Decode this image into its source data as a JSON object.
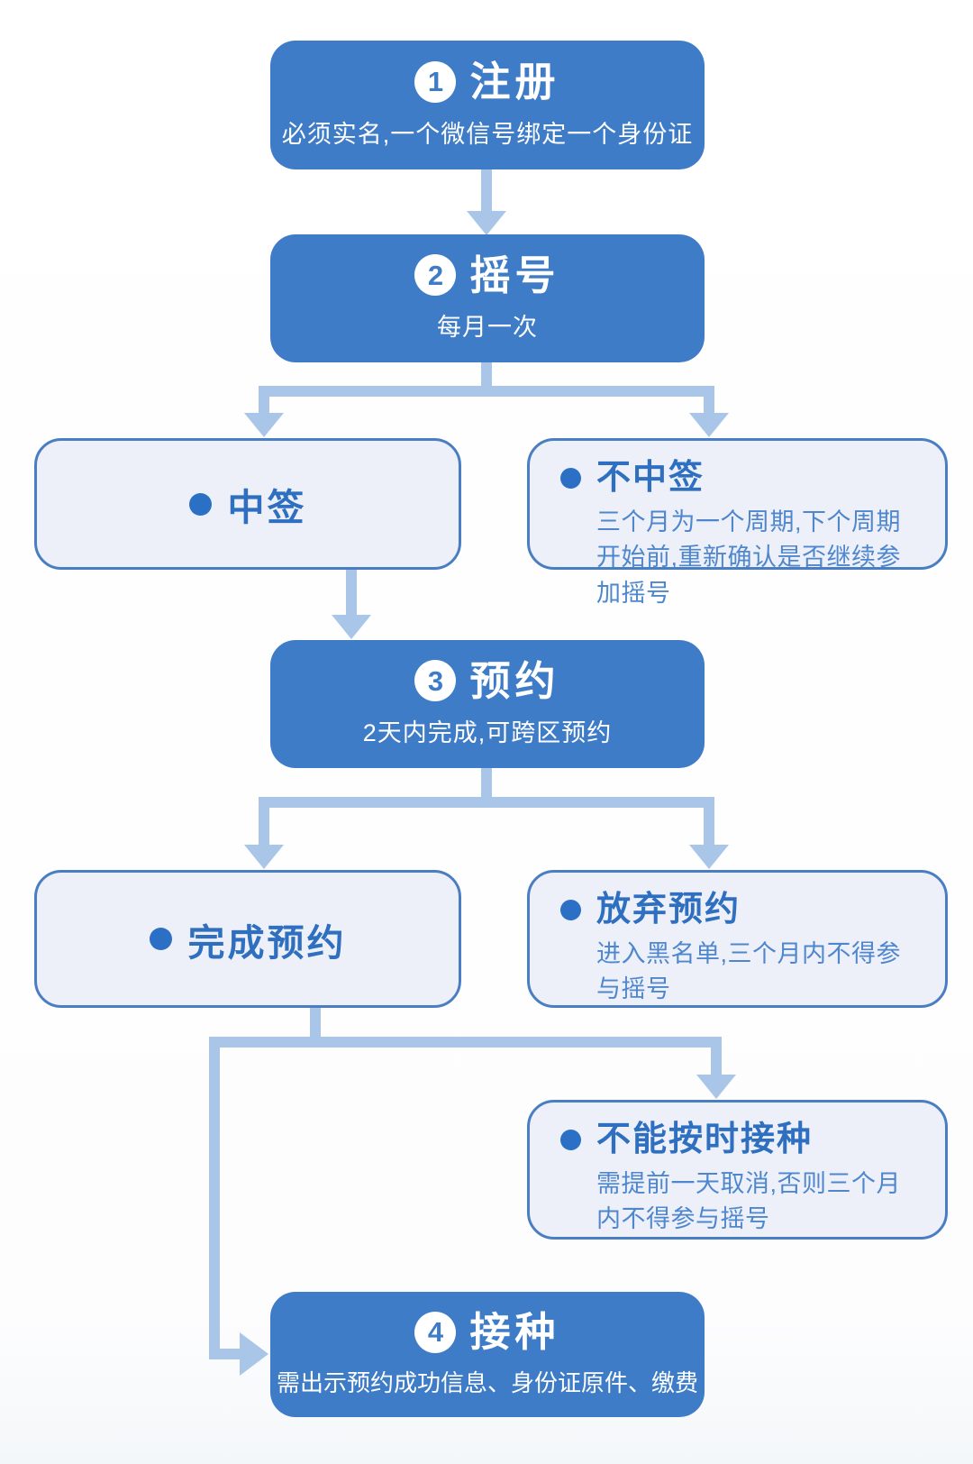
{
  "flow": {
    "step1": {
      "number": "1",
      "title": "注册",
      "subtitle": "必须实名,一个微信号绑定一个身份证"
    },
    "step2": {
      "number": "2",
      "title": "摇号",
      "subtitle": "每月一次"
    },
    "win": {
      "label": "中签"
    },
    "lose": {
      "title": "不中签",
      "desc": "三个月为一个周期,下个周期开始前,重新确认是否继续参加摇号"
    },
    "step3": {
      "number": "3",
      "title": "预约",
      "subtitle": "2天内完成,可跨区预约"
    },
    "complete": {
      "label": "完成预约"
    },
    "abandon": {
      "title": "放弃预约",
      "desc": "进入黑名单,三个月内不得参与摇号"
    },
    "miss": {
      "title": "不能按时接种",
      "desc": "需提前一天取消,否则三个月内不得参与摇号"
    },
    "step4": {
      "number": "4",
      "title": "接种",
      "subtitle": "需出示预约成功信息、身份证原件、缴费"
    }
  },
  "colors": {
    "step_node_fill": "#3e7cc7",
    "step_node_text": "#ffffff",
    "connector": "#a9c6e8",
    "outcome_fill": "#eef0f9",
    "outcome_border": "#4a7ec2",
    "outcome_title_text": "#2e6fc0",
    "outcome_desc_text": "#4e87cd",
    "bullet": "#2b70c4"
  }
}
